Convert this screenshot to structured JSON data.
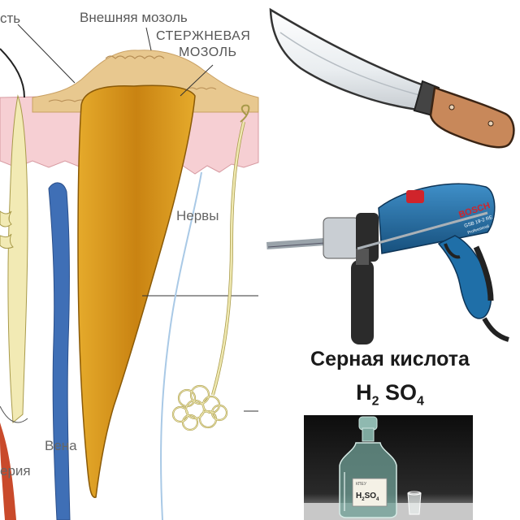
{
  "labels": {
    "outer_callus": "Внешняя мозоль",
    "core_callus_line1": "СТЕРЖНЕВАЯ",
    "core_callus_line2": "МОЗОЛЬ",
    "nerves": "Нервы",
    "vein": "Вена",
    "artery_fragment": "ерия",
    "top_left_fragment": "сть"
  },
  "acid": {
    "title": "Серная кислота",
    "formula_h": "H",
    "formula_h_sub": "2",
    "formula_so": "SO",
    "formula_so_sub": "4"
  },
  "drill": {
    "brand": "BOSCH",
    "model": "GSB 19-2 RE",
    "tag": "Professional"
  },
  "bottle": {
    "label_top": "КПЕУ",
    "formula_h": "H",
    "formula_h_sub": "2",
    "formula_so": "SO",
    "formula_so_sub": "4"
  },
  "colors": {
    "callus_core": "#d99a1e",
    "callus_top": "#e8c88f",
    "skin_pink": "#f6cfd3",
    "vein_blue": "#3f6fb6",
    "nerve_yellow": "#e8e2a6",
    "artery_red": "#c94a2b",
    "drill_blue": "#1f6fa8",
    "knife_handle": "#c8885a"
  }
}
